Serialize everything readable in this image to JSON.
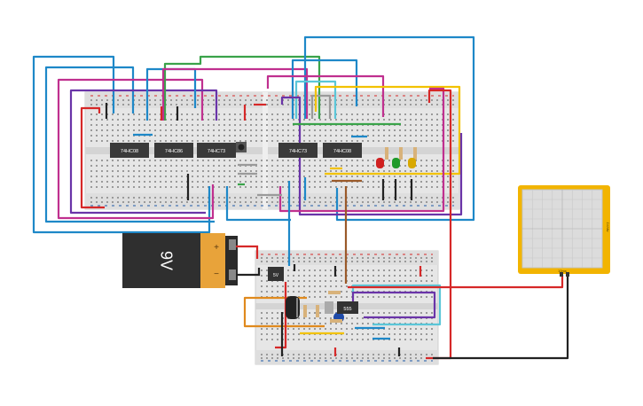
{
  "breadboard_main": {
    "chips": [
      {
        "label": "74HC08"
      },
      {
        "label": "74HC86"
      },
      {
        "label": "74HC73"
      },
      {
        "label": "74HC73"
      },
      {
        "label": "74HC08"
      }
    ]
  },
  "battery": {
    "label": "9V",
    "plus": "+",
    "minus": "−"
  },
  "breadboard_small": {
    "regulator_label": "5V",
    "timer_label": "555"
  },
  "oscilloscope": {
    "side_label": "1V/div",
    "bottom_label": "10ms"
  },
  "colors": {
    "breadboard": "#e6e6e6",
    "chip": "#3a3a3a",
    "battery_body": "#2f2f2f",
    "battery_terminal": "#e8a33a",
    "scope_frame": "#f2b400",
    "scope_screen": "#dcdcdc",
    "wire_blue": "#1e88c8",
    "wire_magenta": "#c0308f",
    "wire_purple": "#6a34a8",
    "wire_red": "#d62828",
    "wire_green": "#3aa34a",
    "wire_yellow": "#f2c200",
    "wire_orange": "#e08a1e",
    "wire_brown": "#9a5a2a",
    "wire_cyan": "#5bc6d8",
    "wire_gray": "#9a9a9a",
    "led_red": "#d02020",
    "led_green": "#1f9a2a",
    "led_yellow": "#d8a800"
  }
}
